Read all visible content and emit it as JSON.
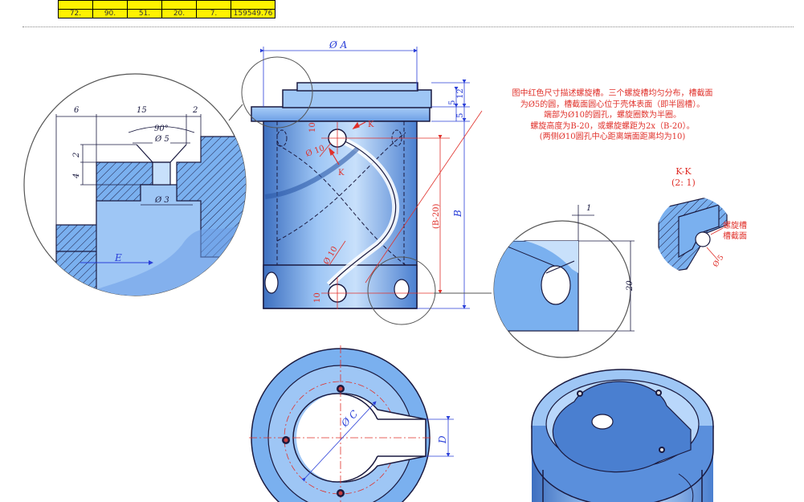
{
  "table": {
    "cells": [
      "72.",
      "90.",
      "51.",
      "20.",
      "7.",
      "159549.76"
    ]
  },
  "dimensions": {
    "phiA": "Ø A",
    "B": "B",
    "B20": "(B-20)",
    "twelve": "12",
    "five_a": "5",
    "five_b": "5",
    "ten_top": "10",
    "phi10_a": "Ø 10",
    "phi10_b": "Ø 10",
    "ten_bot": "10",
    "six": "6",
    "fifteen": "15",
    "two_top": "2",
    "ninety": "90°",
    "phi5": "Ø 5",
    "two_left": "2",
    "four": "4",
    "phi3": "Ø 3",
    "E": "E",
    "one": "1",
    "twenty": "20",
    "phiC": "Ø C",
    "D": "D",
    "phi5_kk": "Ø 5",
    "K": "K"
  },
  "note": {
    "lines": [
      "图中红色尺寸描述螺旋槽。三个螺旋槽均匀分布，槽截面",
      "为Ø5的圆，槽截面圆心位于壳体表面（即半圆槽）。",
      "端部为Ø10的圆孔，螺旋圈数为半圈。",
      "螺旋高度为B-20，或螺旋螺距为2x（B-20）。",
      "(两侧Ø10圆孔中心距离端面距离均为10)"
    ]
  },
  "section": {
    "title": "K-K",
    "scale": "(2: 1)",
    "label1": "螺旋槽",
    "label2": "槽截面"
  },
  "colors": {
    "part": "#7ab0ef",
    "partLight": "#c8e0fb",
    "partDark": "#3d6fc0",
    "dim": "#2a3fd8",
    "red": "#e0302a",
    "outline": "#1a1a40"
  }
}
